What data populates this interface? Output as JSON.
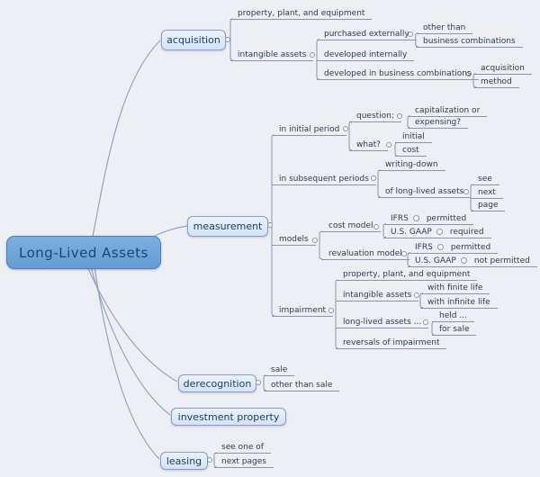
{
  "colors": {
    "background": "#edeff5",
    "root_fill": "#6fa6d9",
    "node_fill": "#dde8fa",
    "node_border": "#8b9dc0",
    "line": "#8795ad",
    "text": "#2e3b52"
  },
  "root": {
    "label": "Long-Lived Assets"
  },
  "branches": {
    "acquisition": {
      "label": "acquisition",
      "ppe": "property, plant, and equipment",
      "intangible": {
        "label": "intangible assets",
        "purchased": {
          "label": "purchased externally",
          "line1": "other than",
          "line2": "business combinations"
        },
        "developed_internally": "developed internally",
        "developed_bc": {
          "label": "developed in business combinations",
          "line1": "acquisition",
          "line2": "method"
        }
      }
    },
    "measurement": {
      "label": "measurement",
      "initial": {
        "label": "in initial period",
        "question": {
          "label": "question:",
          "line1": "capitalization or",
          "line2": "expensing?"
        },
        "what": {
          "label": "what?",
          "line1": "initial",
          "line2": "cost"
        }
      },
      "subsequent": {
        "label": "in subsequent periods",
        "writing_down": "writing-down",
        "of_lla": {
          "label": "of long-lived assets",
          "line1": "see",
          "line2": "next",
          "line3": "page"
        }
      },
      "models": {
        "label": "models",
        "cost": {
          "label": "cost model",
          "ifrs": "IFRS",
          "ifrs_status": "permitted",
          "gaap": "U.S. GAAP",
          "gaap_status": "required"
        },
        "revaluation": {
          "label": "revaluation model",
          "ifrs": "IFRS",
          "ifrs_status": "permitted",
          "gaap": "U.S. GAAP",
          "gaap_status": "not permitted"
        }
      },
      "impairment": {
        "label": "impairment",
        "ppe": "property, plant, and equipment",
        "intangible": {
          "label": "intangible assets",
          "line1": "with finite life",
          "line2": "with infinite life"
        },
        "lla": {
          "label": "long-lived assets ...",
          "line1": "held ...",
          "line2": "for sale"
        },
        "reversals": "reversals of impairment"
      }
    },
    "derecognition": {
      "label": "derecognition",
      "line1": "sale",
      "line2": "other than sale"
    },
    "investment_property": {
      "label": "investment property"
    },
    "leasing": {
      "label": "leasing",
      "line1": "see one of",
      "line2": "next pages"
    }
  }
}
